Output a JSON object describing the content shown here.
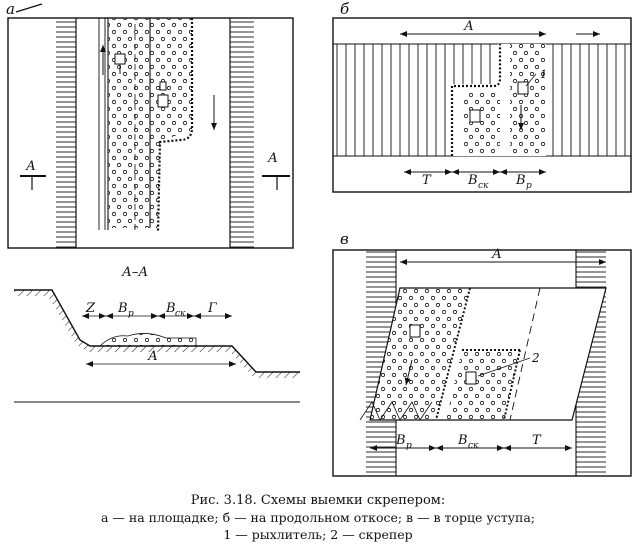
{
  "panels": {
    "a": {
      "letter": "а",
      "section_marker_left": "А",
      "section_marker_right": "А"
    },
    "b": {
      "letter": "б",
      "dim_A": "А",
      "dim_T": "Т",
      "dim_Bsk": "В",
      "dim_Bsk_sub": "ск",
      "dim_Br": "В",
      "dim_Br_sub": "р",
      "callout_1": "1"
    },
    "section": {
      "title": "А–А",
      "dim_Z": "Z",
      "dim_Br": "В",
      "dim_Br_sub": "р",
      "dim_Bsk": "В",
      "dim_Bsk_sub": "ск",
      "dim_T": "Г",
      "dim_A": "А"
    },
    "c": {
      "letter": "в",
      "dim_A": "А",
      "dim_Br": "В",
      "dim_Br_sub": "р",
      "dim_Bsk": "В",
      "dim_Bsk_sub": "ск",
      "dim_T": "Т",
      "callout_2": "2"
    }
  },
  "caption": {
    "title": "Рис. 3.18. Схемы выемки скрепером:",
    "line1": "а — на площадке; б — на продольном откосе; в — в торце уступа;",
    "line2": "1 — рыхлитель; 2 — скрепер"
  },
  "colors": {
    "ink": "#111111",
    "paper": "#ffffff"
  }
}
